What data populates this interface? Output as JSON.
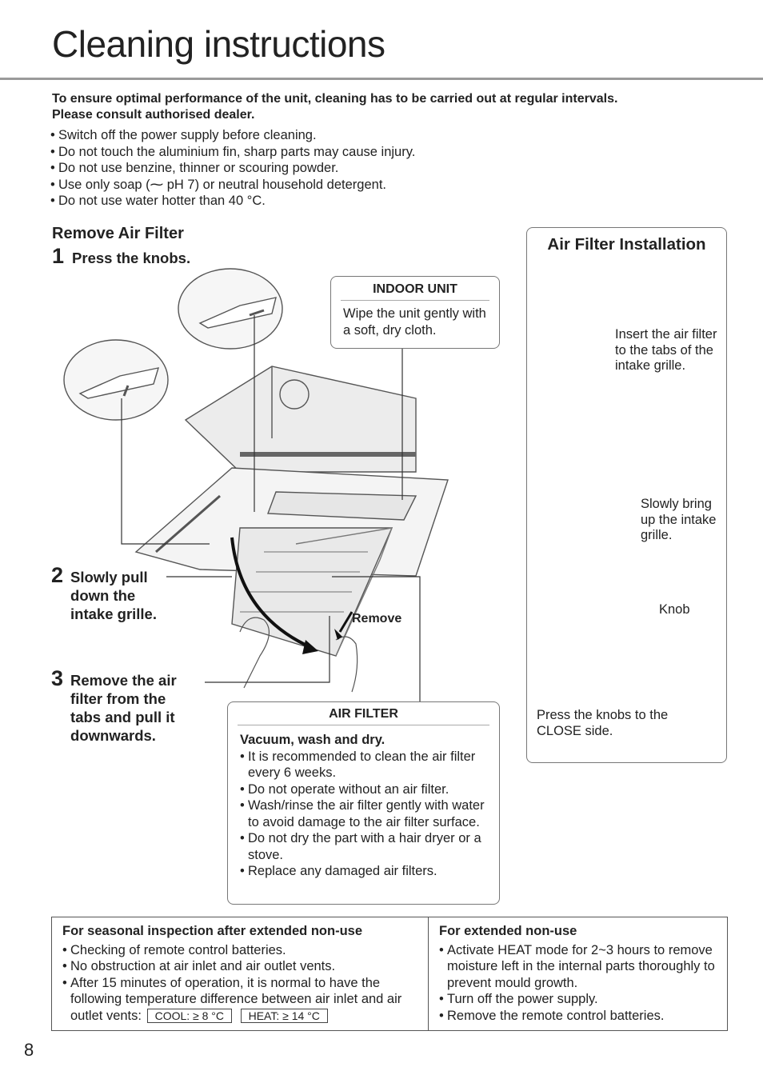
{
  "page": {
    "title": "Cleaning instructions",
    "page_number": "8"
  },
  "intro": {
    "line1": "To ensure optimal performance of the unit, cleaning has to be carried out at regular intervals.",
    "line2": "Please consult authorised dealer."
  },
  "precautions": [
    "Switch off the power supply before cleaning.",
    "Do not touch the aluminium fin, sharp parts may cause injury.",
    "Do not use benzine, thinner or scouring powder.",
    "Use only soap (⁓ pH 7) or neutral household detergent.",
    "Do not use water hotter than 40 °C."
  ],
  "remove_filter": {
    "heading": "Remove Air Filter",
    "steps": [
      {
        "number": "1",
        "text": "Press the knobs."
      },
      {
        "number": "2",
        "text": "Slowly pull down the intake grille."
      },
      {
        "number": "3",
        "text": "Remove the air filter from the tabs and pull it downwards."
      }
    ],
    "remove_label": "Remove"
  },
  "indoor_unit": {
    "heading": "INDOOR UNIT",
    "text": "Wipe the unit gently with a soft, dry cloth."
  },
  "air_filter": {
    "heading": "AIR FILTER",
    "subheading": "Vacuum, wash and dry.",
    "items": [
      "It is recommended to clean the air filter every 6 weeks.",
      "Do not operate without an air filter.",
      "Wash/rinse the air filter gently with water to avoid damage to the air filter surface.",
      "Do not dry the part with a hair dryer or a stove.",
      "Replace any damaged air filters."
    ]
  },
  "installation": {
    "heading": "Air Filter Installation",
    "insert_text": "Insert the air filter to the tabs of the intake grille.",
    "bring_up_text": "Slowly bring up the intake grille.",
    "knob_label": "Knob",
    "press_text": "Press the knobs to the CLOSE side."
  },
  "seasonal": {
    "heading": "For seasonal inspection after extended non-use",
    "items": [
      "Checking of remote control batteries.",
      "No obstruction at air inlet and air outlet vents.",
      "After 15 minutes of operation, it is normal to have the following temperature difference between air inlet and air outlet vents:"
    ],
    "cool_tag": "COOL: ≥ 8 °C",
    "heat_tag": "HEAT: ≥ 14 °C"
  },
  "extended": {
    "heading": "For extended non-use",
    "items": [
      "Activate HEAT mode for 2~3 hours to remove moisture left in the internal parts thoroughly to prevent mould growth.",
      "Turn off the power supply.",
      "Remove the remote control batteries."
    ]
  },
  "colors": {
    "text": "#222222",
    "rule": "#9a9a9a",
    "box_border": "#777777",
    "illustration_line": "#555555"
  }
}
